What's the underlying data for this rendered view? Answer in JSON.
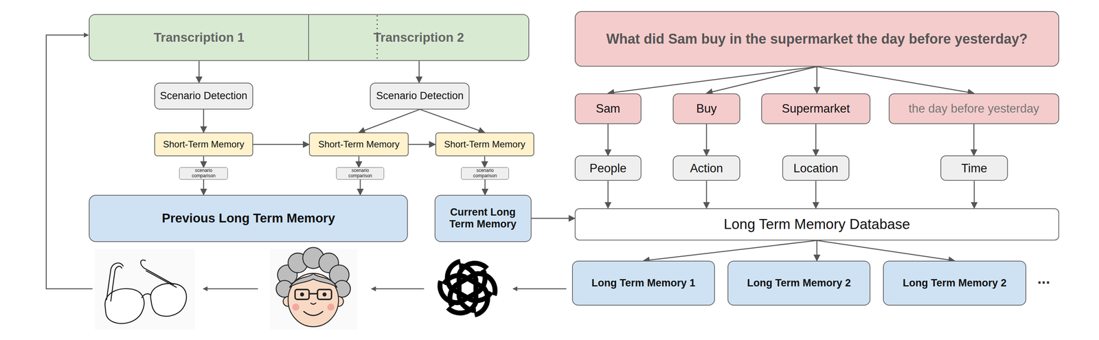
{
  "diagram": {
    "nodes": [
      {
        "text": [
          "Transcription 1"
        ]
      },
      {
        "text": [
          "Transcription 2"
        ]
      },
      {
        "text": [
          "What did Sam buy in the supermarket the day before yesterday?"
        ]
      },
      {
        "text": [
          "Scenario Detection"
        ]
      },
      {
        "text": [
          "Scenario Detection"
        ]
      },
      {
        "text": [
          "Sam"
        ]
      },
      {
        "text": [
          "Buy"
        ]
      },
      {
        "text": [
          "Supermarket"
        ]
      },
      {
        "text": [
          "the day before yesterday"
        ]
      },
      {
        "text": [
          "Short-Term Memory"
        ]
      },
      {
        "text": [
          "Short-Term Memory"
        ]
      },
      {
        "text": [
          "Short-Term Memory"
        ]
      },
      {
        "text": [
          "People"
        ]
      },
      {
        "text": [
          "Action"
        ]
      },
      {
        "text": [
          "Location"
        ]
      },
      {
        "text": [
          "Time"
        ]
      },
      {
        "text": [
          "scenario comparison"
        ]
      },
      {
        "text": [
          "scenario comparison"
        ]
      },
      {
        "text": [
          "scenario comparison"
        ]
      },
      {
        "text": [
          "Previous Long Term Memory"
        ]
      },
      {
        "text": [
          "Current Long Term Memory"
        ]
      },
      {
        "text": [
          "Long Term Memory Database"
        ]
      },
      {
        "text": [
          "Long Term Memory 1"
        ]
      },
      {
        "text": [
          "Long Term Memory 2"
        ]
      },
      {
        "text": [
          "Long Term Memory 2"
        ]
      }
    ],
    "edges": [
      {
        "from": 0,
        "to": 3,
        "arrow": "to"
      },
      {
        "from": 1,
        "to": 4,
        "arrow": "to"
      },
      {
        "from": 3,
        "to": 9,
        "arrow": "to"
      },
      {
        "from": 4,
        "to": 10,
        "arrow": "to"
      },
      {
        "from": 4,
        "to": 11,
        "arrow": "to"
      },
      {
        "from": 9,
        "to": 10,
        "arrow": "to"
      },
      {
        "from": 10,
        "to": 11,
        "arrow": "to"
      },
      {
        "from": 9,
        "to": 16,
        "arrow": "to"
      },
      {
        "from": 10,
        "to": 17,
        "arrow": "to"
      },
      {
        "from": 11,
        "to": 18,
        "arrow": "to"
      },
      {
        "from": 16,
        "to": 19,
        "arrow": "to"
      },
      {
        "from": 17,
        "to": 19,
        "arrow": "to"
      },
      {
        "from": 18,
        "to": 20,
        "arrow": "to"
      },
      {
        "from": 20,
        "to": 21,
        "arrow": "to"
      },
      {
        "from": 2,
        "to": 5,
        "arrow": "to"
      },
      {
        "from": 2,
        "to": 6,
        "arrow": "to"
      },
      {
        "from": 2,
        "to": 7,
        "arrow": "to"
      },
      {
        "from": 2,
        "to": 8,
        "arrow": "to"
      },
      {
        "from": 5,
        "to": 12,
        "arrow": "to"
      },
      {
        "from": 6,
        "to": 13,
        "arrow": "to"
      },
      {
        "from": 7,
        "to": 14,
        "arrow": "to"
      },
      {
        "from": 8,
        "to": 15,
        "arrow": "to"
      },
      {
        "from": 12,
        "to": 21,
        "arrow": "to"
      },
      {
        "from": 13,
        "to": 21,
        "arrow": "to"
      },
      {
        "from": 14,
        "to": 21,
        "arrow": "to"
      },
      {
        "from": 15,
        "to": 21,
        "arrow": "to"
      },
      {
        "from": 21,
        "to": 22,
        "arrow": "to"
      },
      {
        "from": 21,
        "to": 23,
        "arrow": "to"
      },
      {
        "from": 21,
        "to": 24,
        "arrow": "to"
      }
    ],
    "labels": [
      "..."
    ]
  }
}
